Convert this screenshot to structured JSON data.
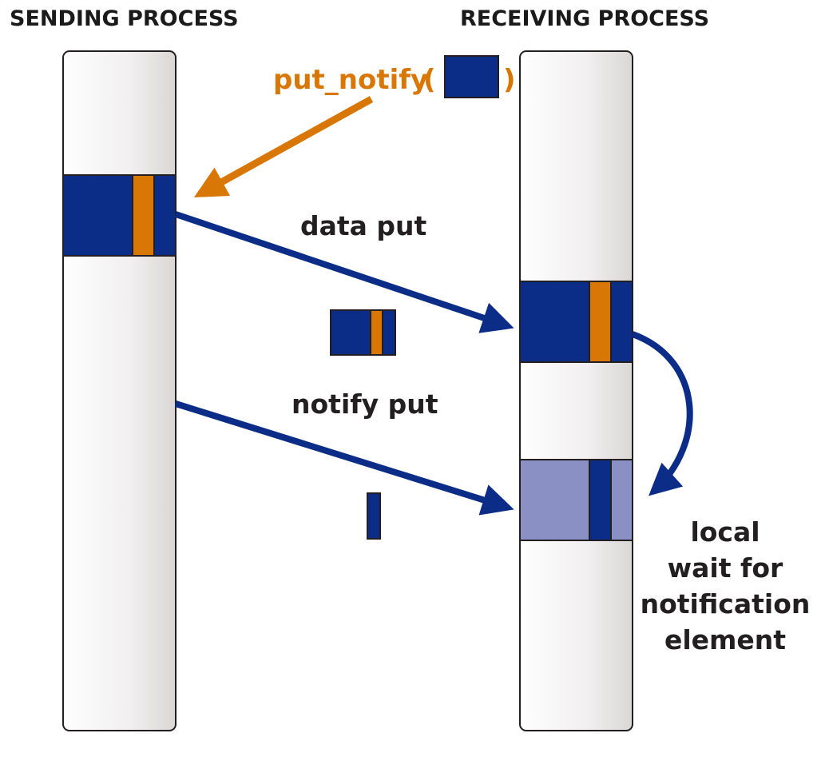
{
  "headings": {
    "sending": "SENDING PROCESS",
    "receiving": "RECEIVING PROCESS"
  },
  "call": {
    "name": "put_notify",
    "open_paren": "(",
    "close_paren": ")"
  },
  "labels": {
    "data_put": "data put",
    "notify_put": "notify put",
    "local_wait": [
      "local",
      "wait for",
      "notification",
      "element"
    ]
  },
  "colors": {
    "dark_blue": "#0b2d87",
    "orange": "#d97706",
    "light_blue": "#8a90c4",
    "outline": "#231f20"
  }
}
